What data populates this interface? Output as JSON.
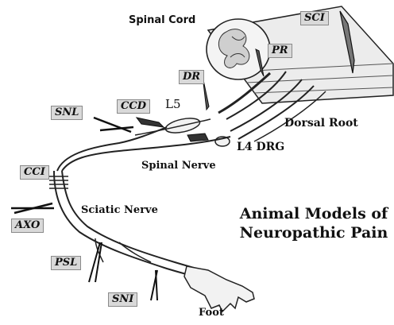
{
  "title": {
    "line1": "Animal Models of",
    "line2": "Neuropathic Pain"
  },
  "structures": {
    "spinal_cord": "Spinal Cord",
    "dorsal_root": "Dorsal Root",
    "l5": "L5",
    "l4_drg": "L4 DRG",
    "spinal_nerve": "Spinal Nerve",
    "sciatic_nerve": "Sciatic Nerve",
    "foot": "Foot"
  },
  "models": {
    "sci": "SCI",
    "pr": "PR",
    "dr": "DR",
    "ccd": "CCD",
    "snl": "SNL",
    "cci": "CCI",
    "axo": "AXO",
    "psl": "PSL",
    "sni": "SNI"
  },
  "colors": {
    "label_box": "#d9d9d9",
    "nerve_fill": "#f2f2f2",
    "line": "#222222",
    "cord_fill": "#ececec"
  }
}
